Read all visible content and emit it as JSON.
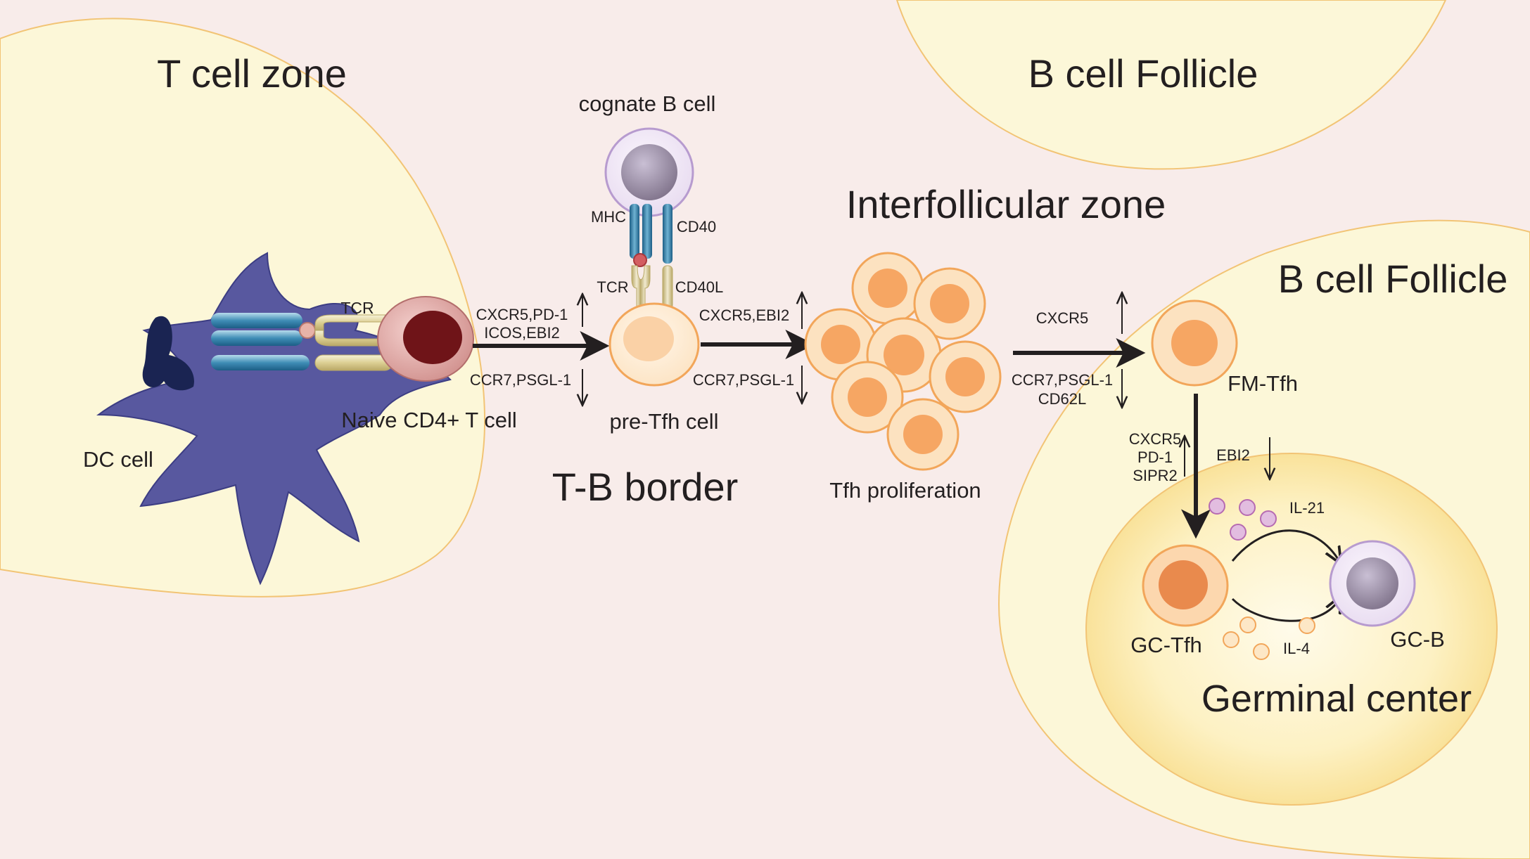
{
  "zones": {
    "t_cell_zone": "T cell zone",
    "b_cell_follicle_top": "B cell Follicle",
    "interfollicular_zone": "Interfollicular zone",
    "b_cell_follicle_right": "B cell Follicle",
    "t_b_border": "T-B border",
    "germinal_center": "Germinal center"
  },
  "cells": {
    "dc": "DC cell",
    "naive_cd4": "Naive CD4+ T cell",
    "cognate_b": "cognate B cell",
    "pre_tfh": "pre-Tfh cell",
    "tfh_proliferation": "Tfh proliferation",
    "fm_tfh": "FM-Tfh",
    "gc_tfh": "GC-Tfh",
    "gc_b": "GC-B"
  },
  "molecules": {
    "tcr_dc": "TCR",
    "mhc": "MHC",
    "cd40": "CD40",
    "tcr_b": "TCR",
    "cd40l": "CD40L",
    "il21": "IL-21",
    "il4": "IL-4"
  },
  "markers": {
    "step1_up_line1": "CXCR5,PD-1",
    "step1_up_line2": "ICOS,EBI2",
    "step1_down": "CCR7,PSGL-1",
    "step2_up": "CXCR5,EBI2",
    "step2_down": "CCR7,PSGL-1",
    "step3_up": "CXCR5",
    "step3_down_line1": "CCR7,PSGL-1",
    "step3_down_line2": "CD62L",
    "step4_up_line1": "CXCR5",
    "step4_up_line2": "PD-1",
    "step4_up_line3": "SIPR2",
    "step4_down": "EBI2"
  },
  "colors": {
    "background": "#f8ecea",
    "zone_fill": "#fcf7d8",
    "zone_border": "#f2c475",
    "gc_fill": "#fbeeb6",
    "dc_cell": "#58589f",
    "tfh_orange": "#f6a663",
    "b_cell_purple": "#c8b6dd"
  }
}
